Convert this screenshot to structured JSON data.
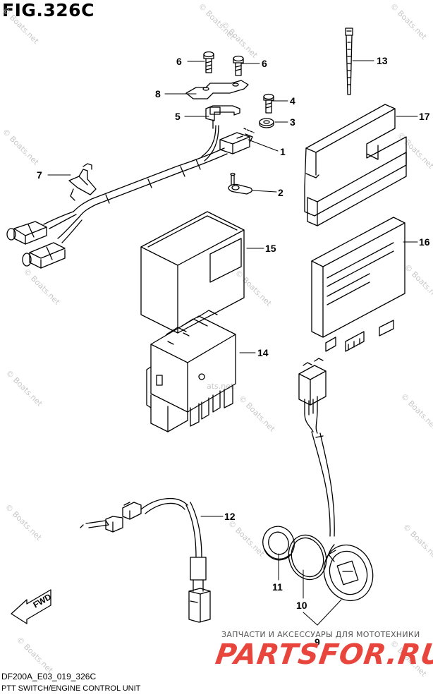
{
  "figure": {
    "title": "FIG.326C",
    "code": "DF200A_E03_019_326C",
    "description": "PTT SWITCH/ENGINE CONTROL UNIT"
  },
  "callouts": {
    "c1": "1",
    "c2": "2",
    "c3": "3",
    "c4": "4",
    "c5": "5",
    "c6a": "6",
    "c6b": "6",
    "c7": "7",
    "c8": "8",
    "c9": "9",
    "c10": "10",
    "c11": "11",
    "c12": "12",
    "c13": "13",
    "c14": "14",
    "c15": "15",
    "c16": "16",
    "c17": "17"
  },
  "watermark": {
    "text": "© Boats.net",
    "fragment": "ats.net"
  },
  "shop_banner": {
    "line": "ЗАПЧАСТИ И АКСЕССУАРЫ ДЛЯ МОТОТЕХНИКИ",
    "logo": "PARTSFOR.RU",
    "logo_color": "#e8463c"
  },
  "fwd_label": "FWD"
}
